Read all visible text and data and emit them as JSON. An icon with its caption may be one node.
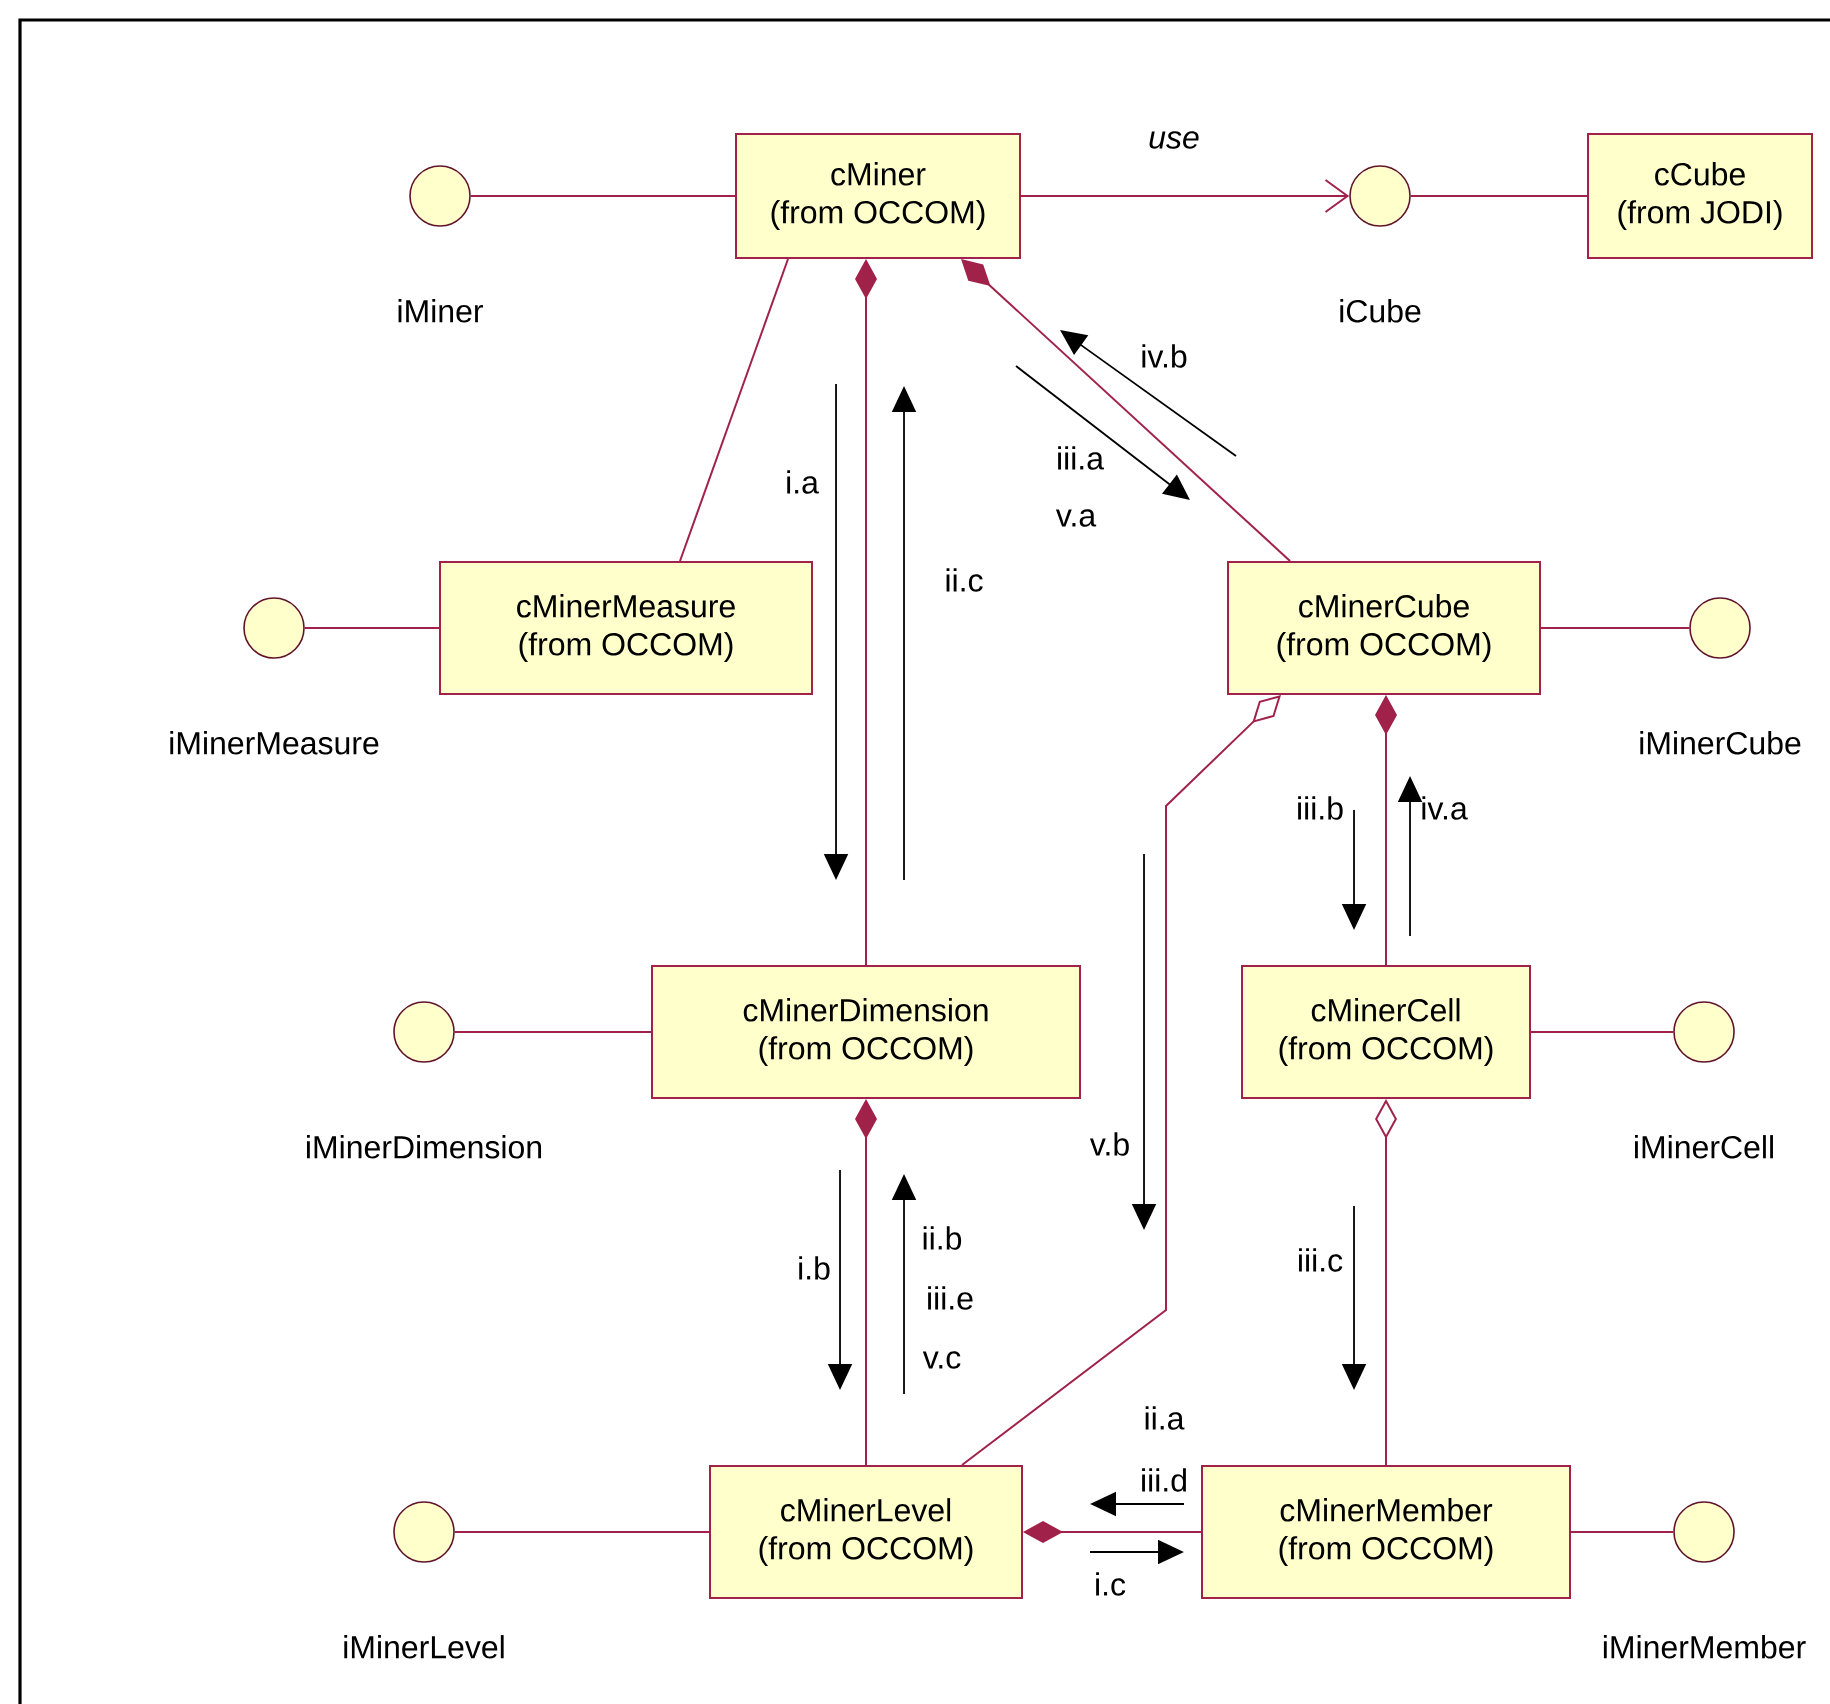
{
  "diagram": {
    "nodes": [
      {
        "text": [
          "cMiner",
          "(from OCCOM)"
        ]
      },
      {
        "text": [],
        "shape": "circle",
        "beside": [
          "iMiner"
        ]
      },
      {
        "text": [],
        "shape": "circle",
        "beside": [
          "iCube"
        ]
      },
      {
        "text": [
          "cCube",
          "(from JODI)"
        ]
      },
      {
        "text": [
          "cMinerMeasure",
          "(from OCCOM)"
        ]
      },
      {
        "text": [],
        "shape": "circle",
        "beside": [
          "iMinerMeasure"
        ]
      },
      {
        "text": [
          "cMinerCube",
          "(from OCCOM)"
        ]
      },
      {
        "text": [],
        "shape": "circle",
        "beside": [
          "iMinerCube"
        ]
      },
      {
        "text": [
          "cMinerDimension",
          "(from OCCOM)"
        ]
      },
      {
        "text": [],
        "shape": "circle",
        "beside": [
          "iMinerDimension"
        ]
      },
      {
        "text": [
          "cMinerCell",
          "(from OCCOM)"
        ]
      },
      {
        "text": [],
        "shape": "circle",
        "beside": [
          "iMinerCell"
        ]
      },
      {
        "text": [
          "cMinerLevel",
          "(from OCCOM)"
        ]
      },
      {
        "text": [],
        "shape": "circle",
        "beside": [
          "iMinerLevel"
        ]
      },
      {
        "text": [
          "cMinerMember",
          "(from OCCOM)"
        ]
      },
      {
        "text": [],
        "shape": "circle",
        "beside": [
          "iMinerMember"
        ]
      }
    ],
    "edges": [
      {
        "from": 1,
        "to": 0,
        "arrow": "none"
      },
      {
        "from": 0,
        "to": 2,
        "arrow": "to",
        "label": "use"
      },
      {
        "from": 2,
        "to": 3,
        "arrow": "none"
      },
      {
        "from": 0,
        "to": 4,
        "arrow": "none"
      },
      {
        "from": 5,
        "to": 4,
        "arrow": "none"
      },
      {
        "from": 0,
        "to": 8,
        "arrow": "other"
      },
      {
        "from": 0,
        "to": 6,
        "arrow": "other"
      },
      {
        "from": 6,
        "to": 7,
        "arrow": "none"
      },
      {
        "from": 6,
        "to": 10,
        "arrow": "other"
      },
      {
        "from": 10,
        "to": 11,
        "arrow": "none"
      },
      {
        "from": 6,
        "to": 12,
        "arrow": "other"
      },
      {
        "from": 10,
        "to": 14,
        "arrow": "other"
      },
      {
        "from": 8,
        "to": 12,
        "arrow": "other"
      },
      {
        "from": 13,
        "to": 12,
        "arrow": "none"
      },
      {
        "from": 12,
        "to": 14,
        "arrow": "other"
      },
      {
        "from": 14,
        "to": 15,
        "arrow": "none"
      },
      {
        "from": 9,
        "to": 8,
        "arrow": "none"
      }
    ],
    "labels": [
      "iv.b",
      "iii.a",
      "i.a",
      "v.a",
      "ii.c",
      "iii.b",
      "iv.a",
      "v.b",
      "iii.c",
      "ii.b",
      "i.b",
      "iii.e",
      "v.c",
      "ii.a",
      "iii.d",
      "i.c"
    ]
  }
}
